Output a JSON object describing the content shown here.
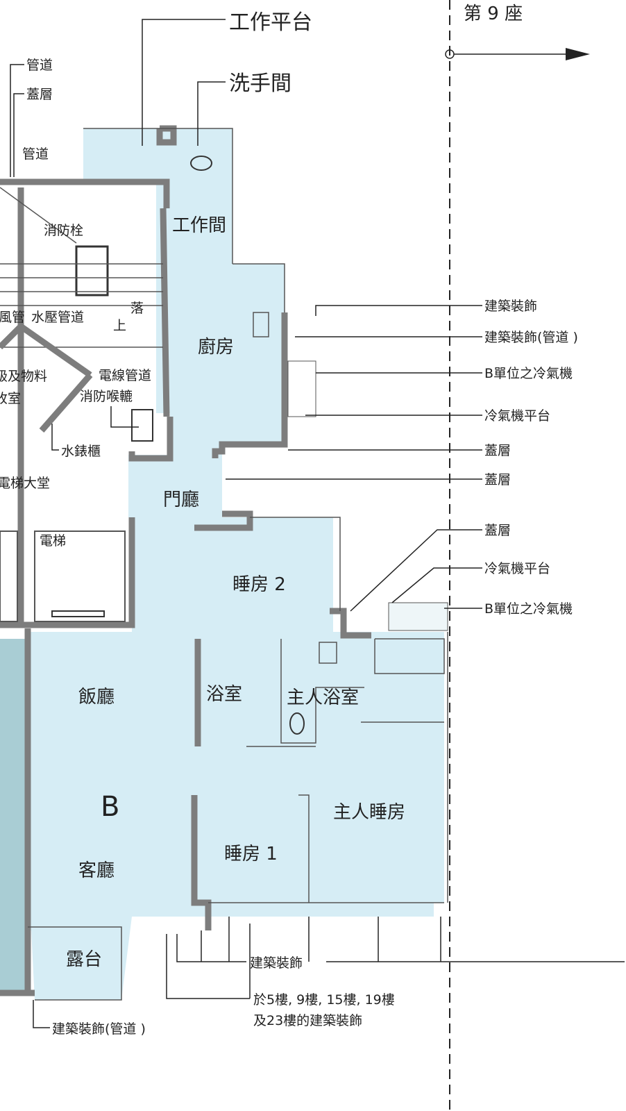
{
  "colors": {
    "room_fill": "#d6edf5",
    "wall": "#7d7d7d",
    "strip": "#a9cdd4",
    "line": "#222222"
  },
  "header": {
    "block_label": "第 9 座",
    "direction": "arrow-right-icon"
  },
  "top_labels": {
    "work_platform": "工作平台",
    "washroom": "洗手間"
  },
  "core_labels": {
    "duct_1": "管道",
    "roof_1": "蓋層",
    "duct_2": "管道",
    "hydrant": "消防栓",
    "air_duct": "風管",
    "pressure_pipe": "水壓管道",
    "down": "落",
    "up": "上",
    "refuse_room_1": "級及物料",
    "refuse_room_2": "收室",
    "cable_duct": "電線管道",
    "hose_reel": "消防喉轆",
    "meter_cabinet": "水錶櫃",
    "lift_lobby": "電梯大堂",
    "lift": "電梯"
  },
  "rooms": {
    "utility": "工作間",
    "kitchen": "廚房",
    "foyer": "門廳",
    "bedroom2": "睡房 2",
    "dining": "飯廳",
    "bathroom": "浴室",
    "master_bath": "主人浴室",
    "unit": "B",
    "master_bed": "主人睡房",
    "bedroom1": "睡房 1",
    "living": "客廳",
    "balcony": "露台"
  },
  "right_labels": [
    "建築裝飾",
    "建築裝飾(管道 )",
    "B單位之冷氣機",
    "冷氣機平台",
    "蓋層",
    "蓋層",
    "蓋層",
    "冷氣機平台",
    "B單位之冷氣機"
  ],
  "bottom_labels": {
    "feature": "建築裝飾",
    "floors_1": "於5樓, 9樓, 15樓, 19樓",
    "floors_2": "及23樓的建築裝飾",
    "feature_duct": "建築裝飾(管道 )"
  }
}
